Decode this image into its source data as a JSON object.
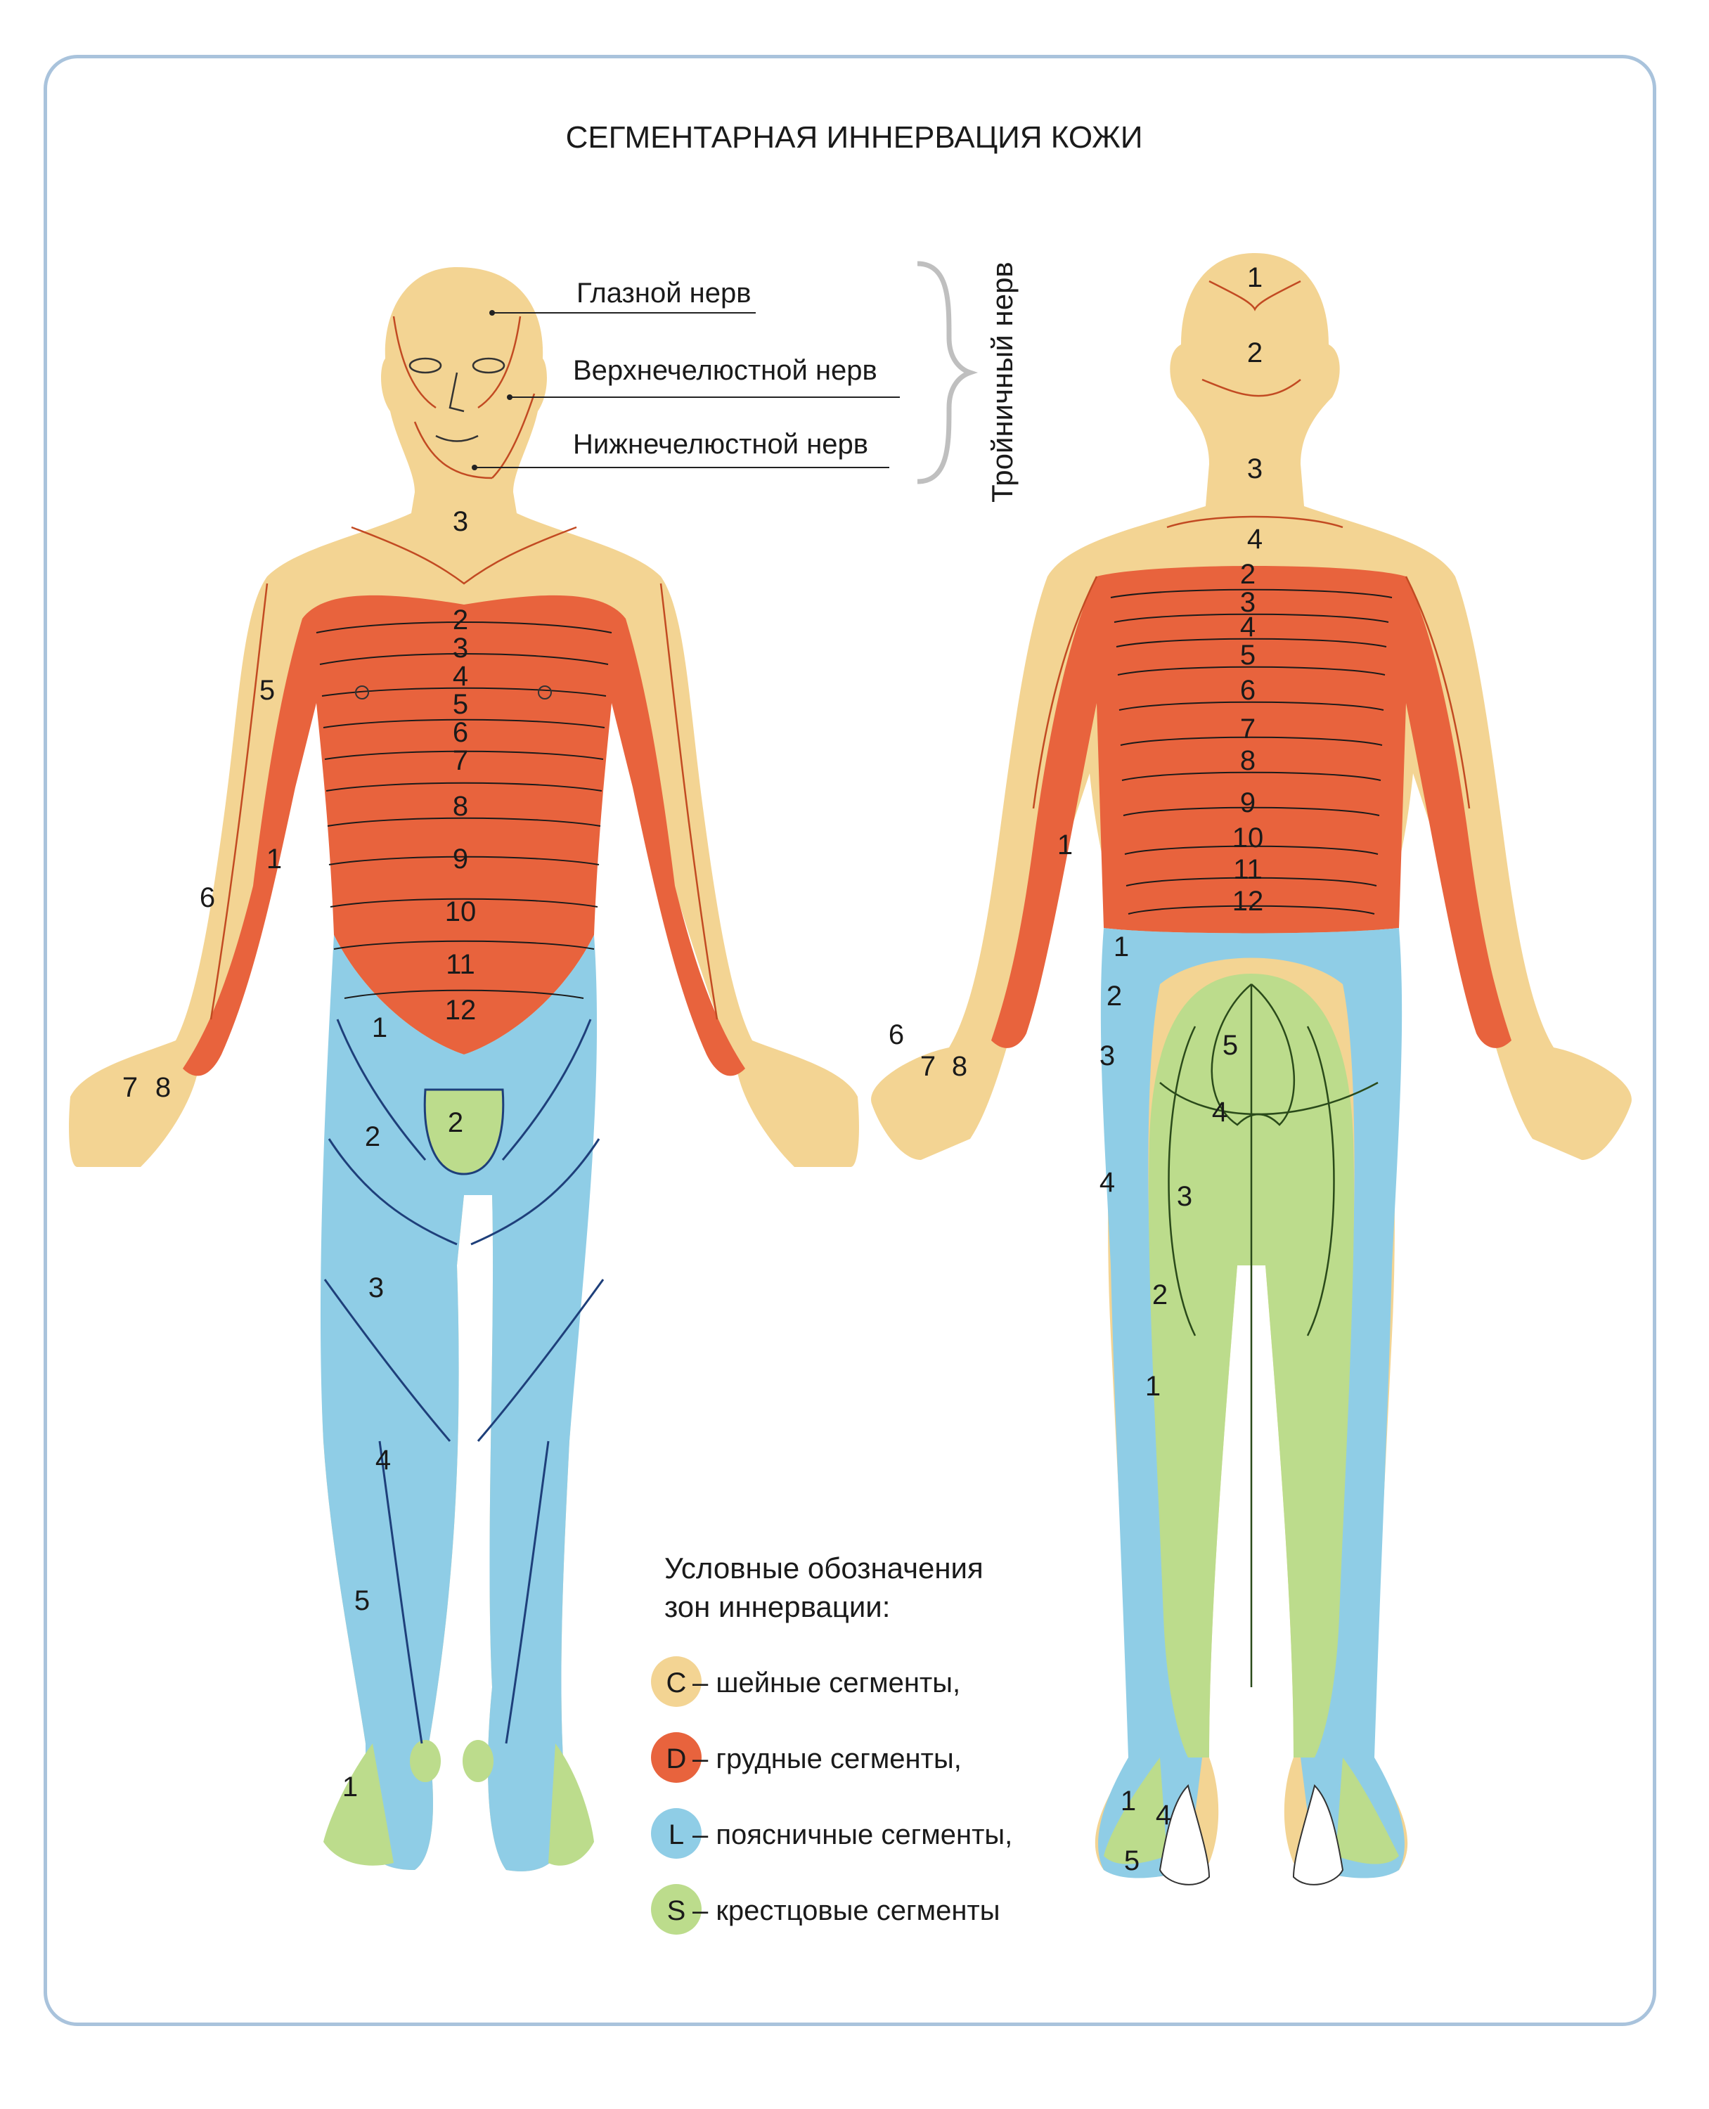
{
  "title": "СЕГМЕНТАРНАЯ ИННЕРВАЦИЯ КОЖИ",
  "colors": {
    "cervical": "#f3d493",
    "thoracic": "#e8633d",
    "lumbar": "#8fcde6",
    "sacral": "#bcdc8c",
    "nerve_line": "#c24a22",
    "contour": "#1e3f7a",
    "frame": "#a9c3dc"
  },
  "trigeminal": {
    "group_label": "Тройничный нерв",
    "branches": [
      {
        "label": "Глазной нерв"
      },
      {
        "label": "Верхнечелюстной нерв"
      },
      {
        "label": "Нижнечелюстной нерв"
      }
    ]
  },
  "front": {
    "neck_label": "3",
    "thoracic_labels": [
      "2",
      "3",
      "4",
      "5",
      "6",
      "7",
      "8",
      "9",
      "10",
      "11",
      "12"
    ],
    "arm_labels": [
      "5",
      "1",
      "6",
      "7",
      "8"
    ],
    "lumbar_labels": [
      "1",
      "2",
      "3",
      "4",
      "5"
    ],
    "sacral_labels": [
      "2",
      "1"
    ]
  },
  "back": {
    "head_labels": [
      "1",
      "2",
      "3",
      "4"
    ],
    "thoracic_labels": [
      "2",
      "3",
      "4",
      "5",
      "6",
      "7",
      "8",
      "9",
      "10",
      "11",
      "12"
    ],
    "arm_labels": [
      "1",
      "6",
      "7",
      "8"
    ],
    "lumbar_labels": [
      "1",
      "2",
      "3",
      "4",
      "4",
      "5"
    ],
    "sacral_labels": [
      "5",
      "4",
      "3",
      "2",
      "1",
      "1"
    ]
  },
  "legend": {
    "heading_line1": "Условные обозначения",
    "heading_line2": "зон иннервации:",
    "items": [
      {
        "code": "C",
        "text": "– шейные сегменты,"
      },
      {
        "code": "D",
        "text": "– грудные сегменты,"
      },
      {
        "code": "L",
        "text": "– поясничные сегменты,"
      },
      {
        "code": "S",
        "text": "– крестцовые сегменты"
      }
    ]
  }
}
